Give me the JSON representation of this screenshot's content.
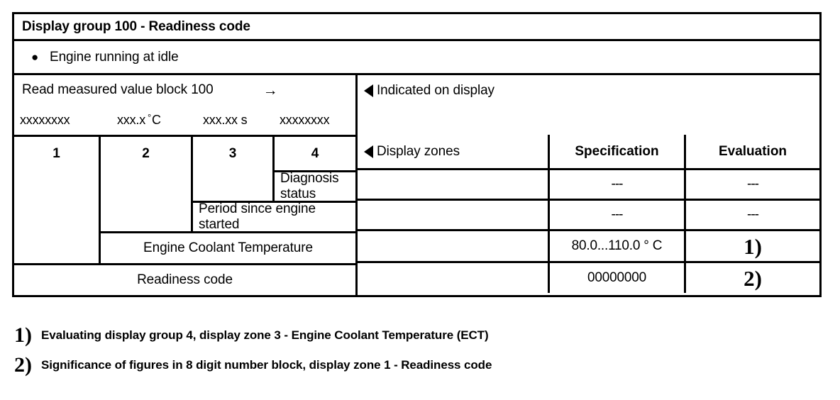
{
  "table": {
    "title": "Display group 100 - Readiness code",
    "bullet": {
      "marker": "bullet-dot",
      "text": "Engine running at idle"
    },
    "read_block": {
      "label": "Read measured value block 100",
      "arrow": "→",
      "placeholders": [
        {
          "value": "xxxxxxxx",
          "unit": ""
        },
        {
          "value": "xxx.x",
          "degree": "°",
          "unit": "C"
        },
        {
          "value": "xxx.xx s",
          "unit": ""
        },
        {
          "value": "xxxxxxxx",
          "unit": ""
        }
      ]
    },
    "zone_numbers": [
      "1",
      "2",
      "3",
      "4"
    ],
    "right_header": {
      "indicated_on_display": "Indicated on display",
      "display_zones": "Display zones",
      "specification": "Specification",
      "evaluation": "Evaluation"
    },
    "rows": [
      {
        "label": "Diagnosis status",
        "specification": "---",
        "evaluation": "---",
        "eval_is_footnote": false
      },
      {
        "label": "Period since engine started",
        "specification": "---",
        "evaluation": "---",
        "eval_is_footnote": false
      },
      {
        "label": "Engine Coolant Temperature",
        "specification": "80.0...110.0 ° C",
        "evaluation": "1)",
        "eval_is_footnote": true
      },
      {
        "label": "Readiness code",
        "specification": "00000000",
        "evaluation": "2)",
        "eval_is_footnote": true
      }
    ]
  },
  "footnotes": [
    {
      "num": "1)",
      "text": "Evaluating display group 4, display zone 3 - Engine Coolant Temperature (ECT)"
    },
    {
      "num": "2)",
      "text": "Significance of figures in 8 digit number block, display zone 1 - Readiness code"
    }
  ]
}
